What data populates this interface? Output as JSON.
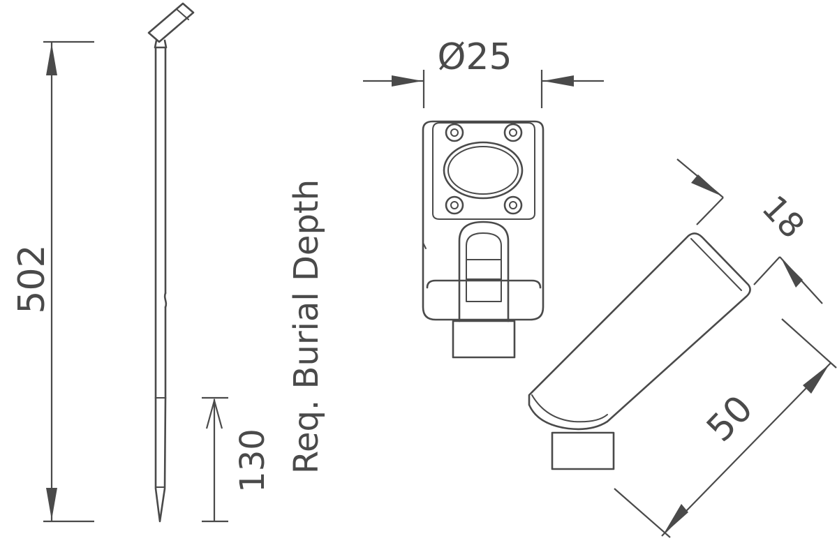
{
  "dimensions": {
    "stake_length": "502",
    "burial_depth_value": "130",
    "burial_depth_label": "Req. Burial Depth",
    "diameter": "Ø25",
    "width_small": "18",
    "width_large": "50"
  },
  "colors": {
    "line": "#4a4a4a",
    "background": "#ffffff"
  }
}
